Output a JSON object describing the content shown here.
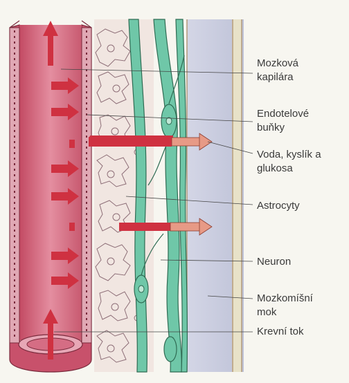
{
  "labels": [
    {
      "id": "mozkova-kapilara",
      "text": "Mozková\nkapilára"
    },
    {
      "id": "endotelove-bunky",
      "text": "Endotelové\nbuňky"
    },
    {
      "id": "voda-kyslik-glukosa",
      "text": "Voda, kyslík a\nglukosa"
    },
    {
      "id": "astrocyty",
      "text": "Astrocyty"
    },
    {
      "id": "neuron",
      "text": "Neuron"
    },
    {
      "id": "mozkomisni-mok",
      "text": "Mozkomíšní\nmok"
    },
    {
      "id": "krevni-tok",
      "text": "Krevní tok"
    }
  ],
  "colors": {
    "background": "#f7f6f0",
    "capillary_wall": "#c8516b",
    "capillary_lumen": "#dc7f92",
    "arrow": "#cf3141",
    "arrow_faded": "#e79a86",
    "astrocyte_layer": "#f1e6e1",
    "neuron": "#6fc7a8",
    "neuron_outline": "#2f6b53",
    "csf": "#c7cadc"
  }
}
